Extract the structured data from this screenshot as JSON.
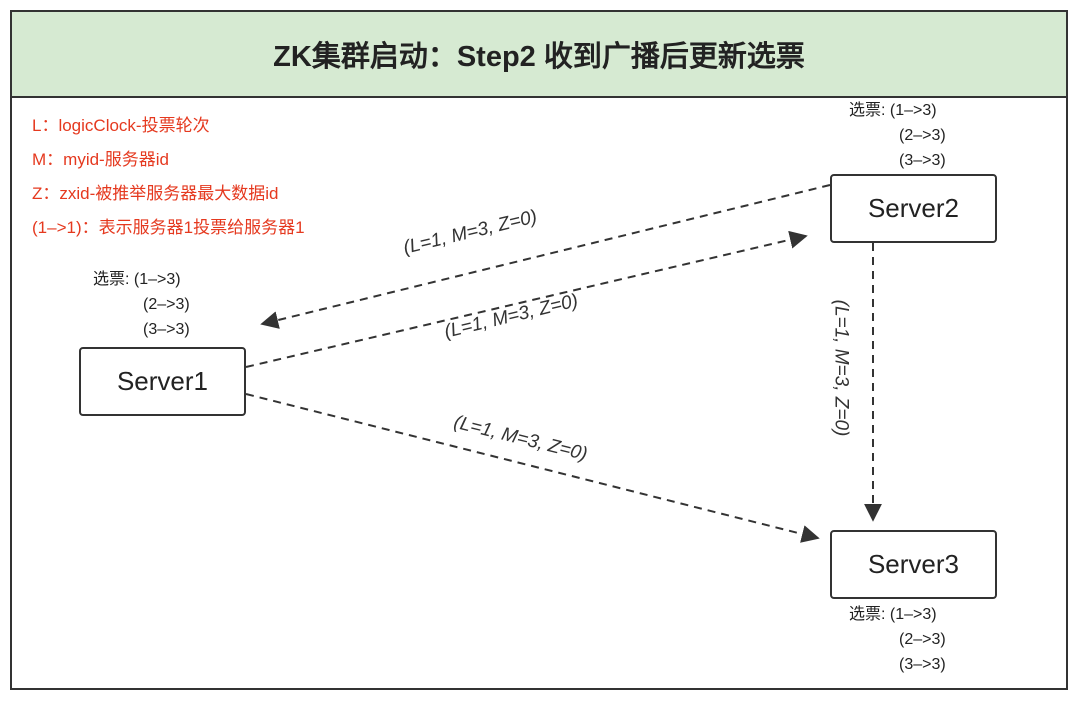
{
  "title": "ZK集群启动：Step2 收到广播后更新选票",
  "legend": [
    "L：logicClock-投票轮次",
    "M：myid-服务器id",
    "Z：zxid-被推举服务器最大数据id",
    "(1–>1)：表示服务器1投票给服务器1"
  ],
  "servers": {
    "s1": {
      "label": "Server1",
      "votes_label": "选票:",
      "votes": [
        "(1–>3)",
        "(2–>3)",
        "(3–>3)"
      ]
    },
    "s2": {
      "label": "Server2",
      "votes_label": "选票:",
      "votes": [
        "(1–>3)",
        "(2–>3)",
        "(3–>3)"
      ]
    },
    "s3": {
      "label": "Server3",
      "votes_label": "选票:",
      "votes": [
        "(1–>3)",
        "(2–>3)",
        "(3–>3)"
      ]
    }
  },
  "edges": {
    "s2_to_s1": "(L=1, M=3, Z=0)",
    "s1_to_s2": "(L=1, M=3, Z=0)",
    "s1_to_s3": "(L=1, M=3, Z=0)",
    "s2_to_s3": "(L=1, M=3, Z=0)"
  },
  "colors": {
    "header_bg": "#d6ead2",
    "legend_text": "#e5391f",
    "line": "#333333"
  }
}
